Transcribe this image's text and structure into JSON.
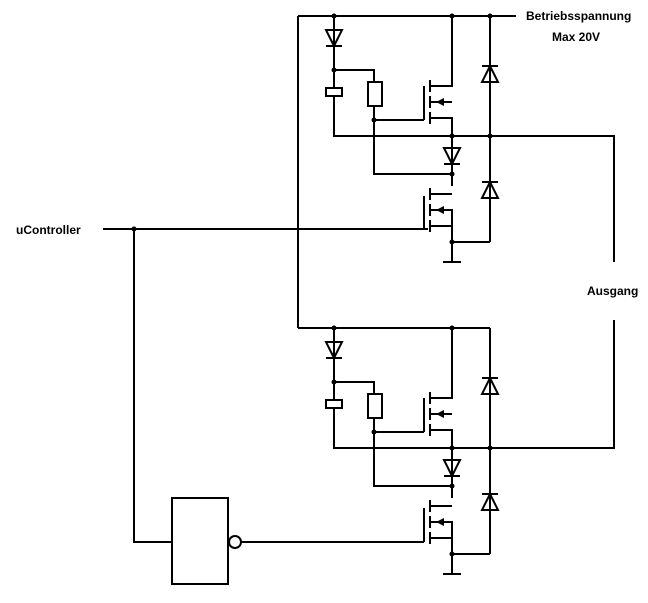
{
  "labels": {
    "supply_line1": "Betriebsspannung",
    "supply_line2": "Max 20V",
    "input": "uController",
    "output": "Ausgang"
  }
}
